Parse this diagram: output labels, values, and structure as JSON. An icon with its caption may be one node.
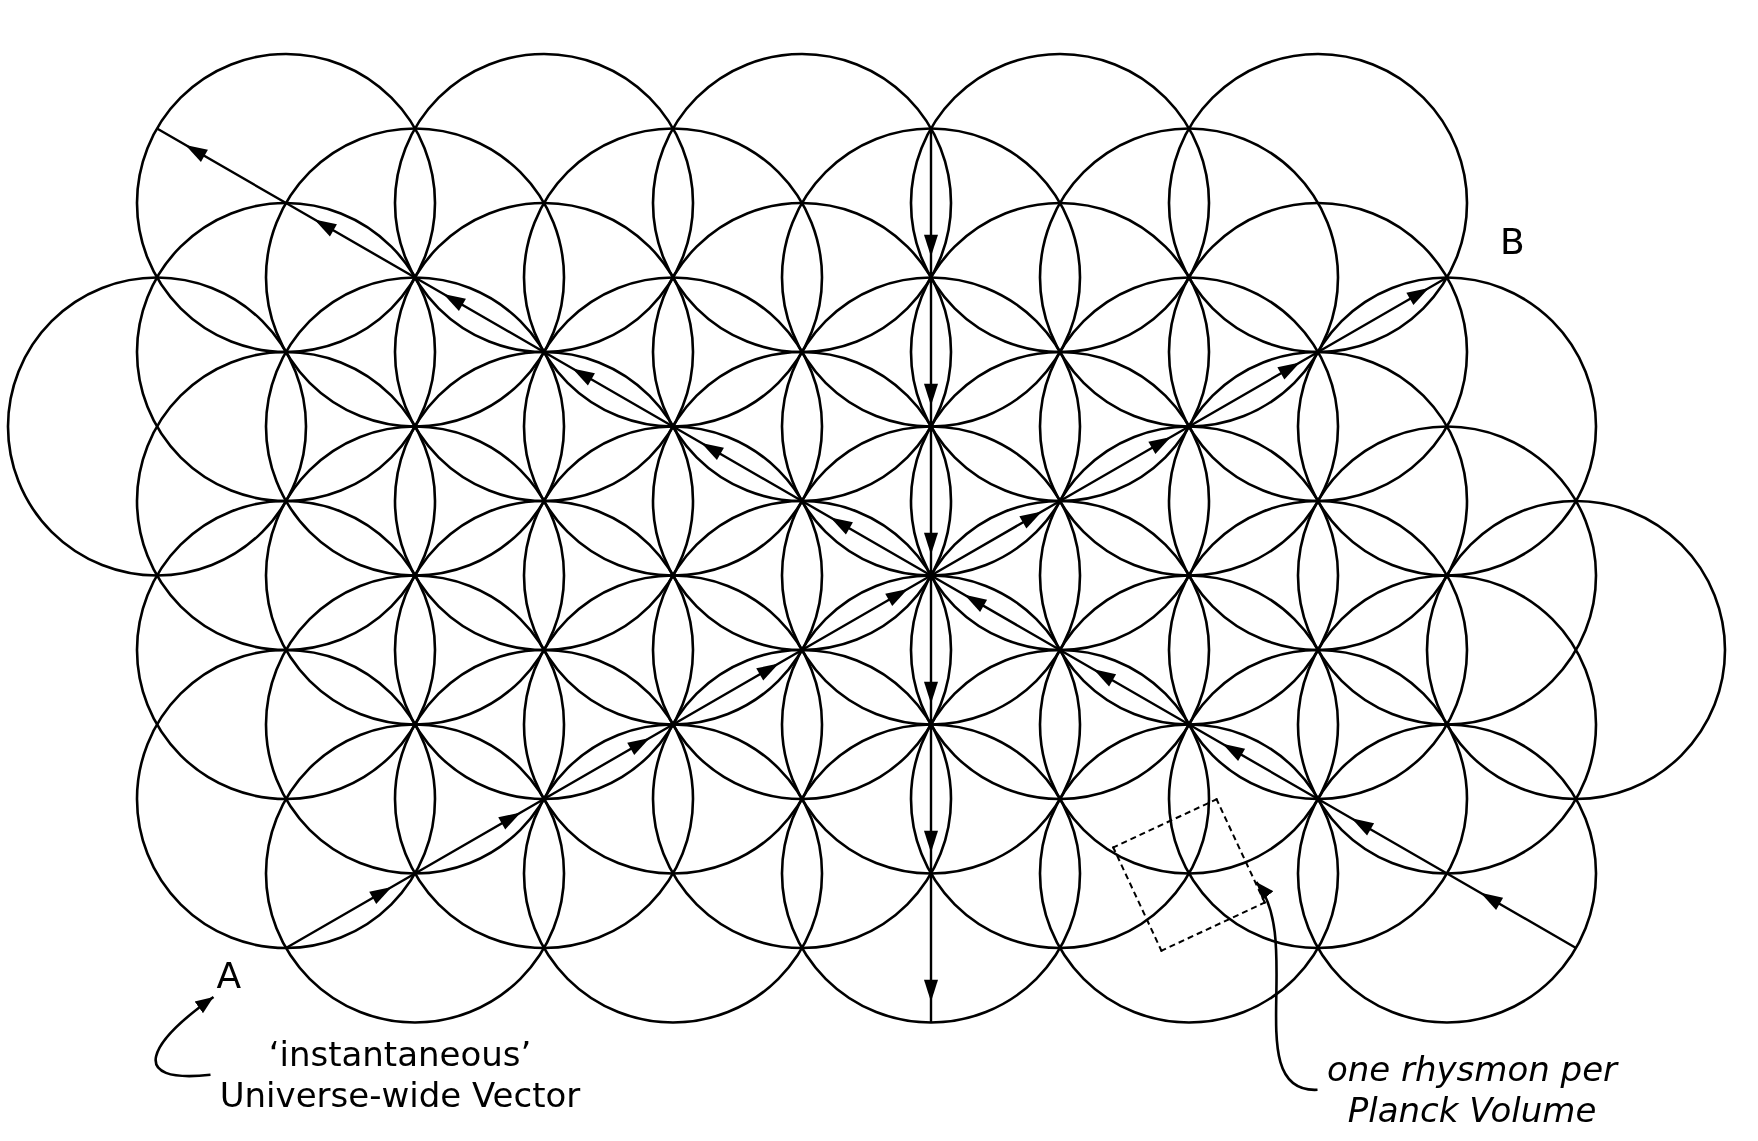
{
  "diagram": {
    "nodes": [
      {
        "text": [],
        "shape": "box"
      },
      {
        "text": [
          "A"
        ]
      },
      {
        "text": [
          "‘instantaneous’ Universe-wide Vector"
        ]
      },
      {
        "text": [
          "one rhysmon per Planck Volume"
        ]
      }
    ],
    "edges": [
      {
        "from": 2,
        "to": 1,
        "arrow": "to"
      },
      {
        "from": 3,
        "to": 0,
        "arrow": "to"
      }
    ],
    "labels": [
      "B"
    ]
  }
}
